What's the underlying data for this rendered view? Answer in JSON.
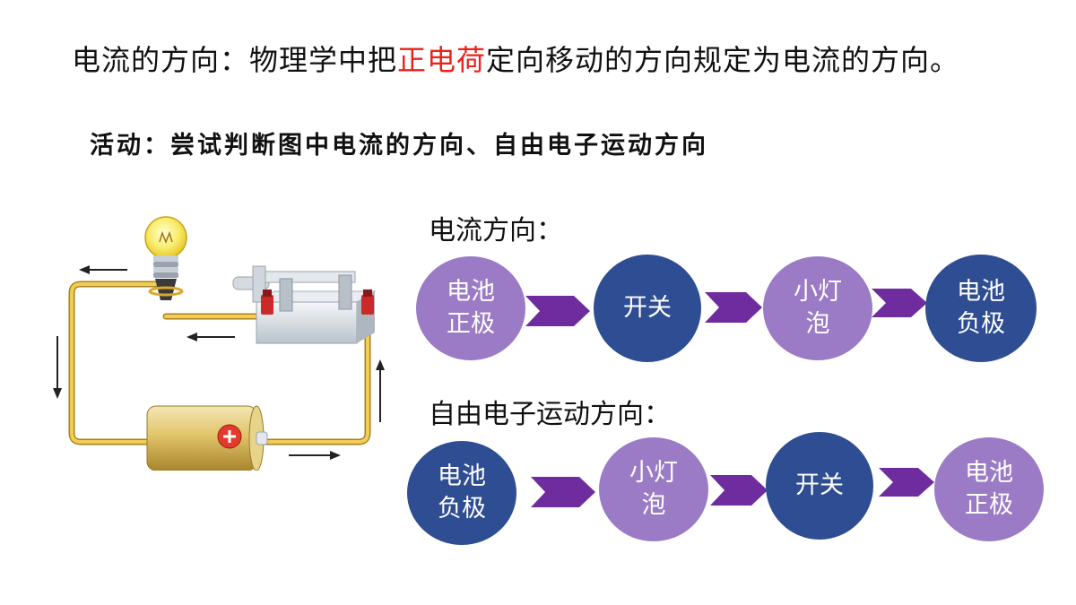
{
  "definition": {
    "prefix": "电流的方向：物理学中把",
    "highlight": "正电荷",
    "suffix": "定向移动的方向规定为电流的方向。",
    "highlight_color": "#e8231d"
  },
  "activity": "活动：尝试判断图中电流的方向、自由电子运动方向",
  "current_flow": {
    "label": "电流方向：",
    "nodes": [
      "电池\n正极",
      "开关",
      "小灯\n泡",
      "电池\n负极"
    ]
  },
  "electron_flow": {
    "label": "自由电子运动方向：",
    "nodes": [
      "电池\n负极",
      "小灯\n泡",
      "开关",
      "电池\n正极"
    ]
  },
  "colors": {
    "node_light": "#9b7bc6",
    "node_dark": "#2e4d92",
    "chevron": "#6f2c9e",
    "wire": "#e8b93a"
  },
  "icons": {
    "bulb": "light-bulb-icon",
    "switch": "knife-switch-icon",
    "battery": "battery-icon",
    "arrow": "arrow-icon",
    "chevron": "chevron-right-icon"
  }
}
